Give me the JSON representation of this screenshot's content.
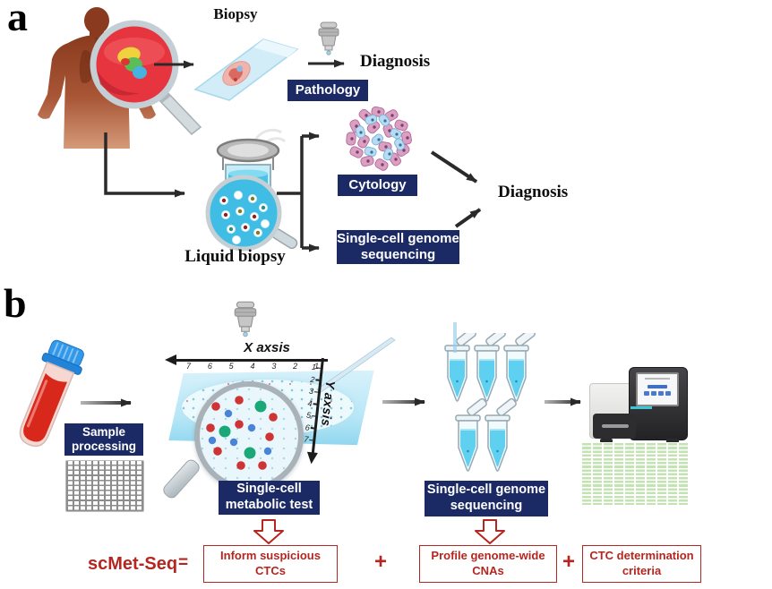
{
  "colors": {
    "badge_navy": "#1b2a64",
    "accent_red": "#b4261f",
    "arrow_dark": "#2a2a2a",
    "slide_blue": "#bfe7f6",
    "liquid_cyan": "#5ecbea",
    "blood_red": "#d8271b"
  },
  "icons": {
    "human_body": "human-torso-silhouette",
    "magnifier": "magnifying-glass",
    "biopsy_slide": "glass-slide-with-tissue",
    "microscope_objective": "objective-lens",
    "liquid_biopsy_tube": "open-tube-with-cells",
    "cytology_cells": "stained-cell-cluster",
    "blood_tube": "blood-collection-tube",
    "mesh": "microwell-mesh",
    "chip_slide": "microscopy-slide-with-cells",
    "pcr_tubes": "single-cell-tubes",
    "sequencer": "benchtop-sequencer",
    "reads": "sequencing-reads-matrix"
  },
  "panel_a": {
    "label": "a",
    "biopsy_title": "Biopsy",
    "pathology_badge": "Pathology",
    "diagnosis_top": "Diagnosis",
    "liquid_biopsy_caption": "Liquid biopsy",
    "cytology_badge": "Cytology",
    "genome_seq_badge_line1": "Single-cell genome",
    "genome_seq_badge_line2": "sequencing",
    "diagnosis_bottom": "Diagnosis"
  },
  "panel_b": {
    "label": "b",
    "sample_badge_line1": "Sample",
    "sample_badge_line2": "processing",
    "x_axis_label": "X axsis",
    "y_axis_label": "Y axsis",
    "x_ticks": [
      "7",
      "6",
      "5",
      "4",
      "3",
      "2",
      "1"
    ],
    "y_ticks": [
      "1",
      "2",
      "3",
      "4",
      "5",
      "6",
      "7"
    ],
    "metabolic_badge_line1": "Single-cell",
    "metabolic_badge_line2": "metabolic test",
    "genome_seq_badge_line1": "Single-cell genome",
    "genome_seq_badge_line2": "sequencing"
  },
  "equation": {
    "lhs": "scMet-Seq",
    "equals": "=",
    "plus": "+",
    "term1_line1": "Inform suspicious",
    "term1_line2": "CTCs",
    "term2_line1": "Profile genome-wide",
    "term2_line2": "CNAs",
    "term3_line1": "CTC determination",
    "term3_line2": "criteria"
  }
}
